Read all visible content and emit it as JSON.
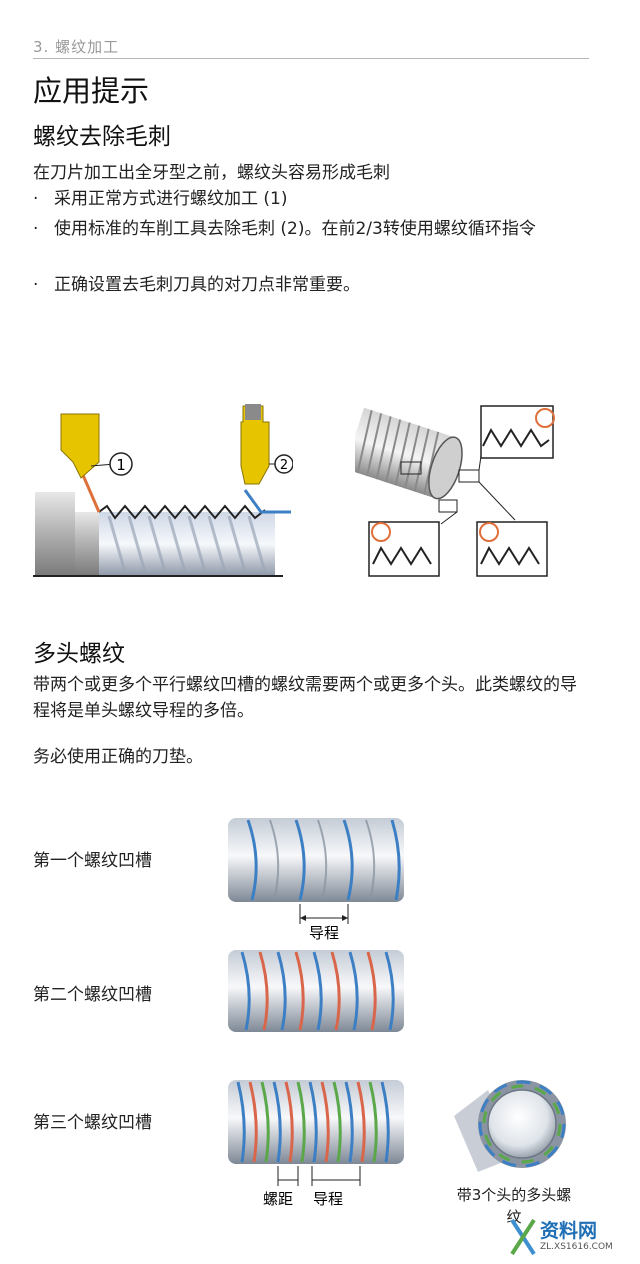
{
  "header": {
    "chapter": "3.  螺纹加工"
  },
  "section1": {
    "title": "应用提示",
    "subtitle": "螺纹去除毛刺",
    "intro": "在刀片加工出全牙型之前，螺纹头容易形成毛刺",
    "bullets": [
      "采用正常方式进行螺纹加工 (1)",
      "使用标准的车削工具去除毛刺 (2)。在前2/3转使用螺纹循环指令",
      "正确设置去毛刺刀具的对刀点非常重要。"
    ],
    "bullet_marker": "·",
    "figure_callouts": [
      "1",
      "2"
    ]
  },
  "section2": {
    "subtitle": "多头螺纹",
    "para1": "带两个或更多个平行螺纹凹槽的螺纹需要两个或更多个头。此类螺纹的导程将是单头螺纹导程的多倍。",
    "para2": "务必使用正确的刀垫。",
    "rows": [
      {
        "label": "第一个螺纹凹槽",
        "captions": [
          "导程"
        ]
      },
      {
        "label": "第二个螺纹凹槽",
        "captions": []
      },
      {
        "label": "第三个螺纹凹槽",
        "captions": [
          "螺距",
          "导程"
        ]
      }
    ],
    "end_caption": "带3个头的多头螺纹"
  },
  "watermark": {
    "text": "资料网",
    "url_text": "ZL.XS1616.COM"
  },
  "colors": {
    "insert_yellow": "#e7c400",
    "thread_blue": "#3d7fc4",
    "thread_red": "#d9664a",
    "thread_green": "#5aa84a",
    "burr_orange": "#e0703a"
  }
}
